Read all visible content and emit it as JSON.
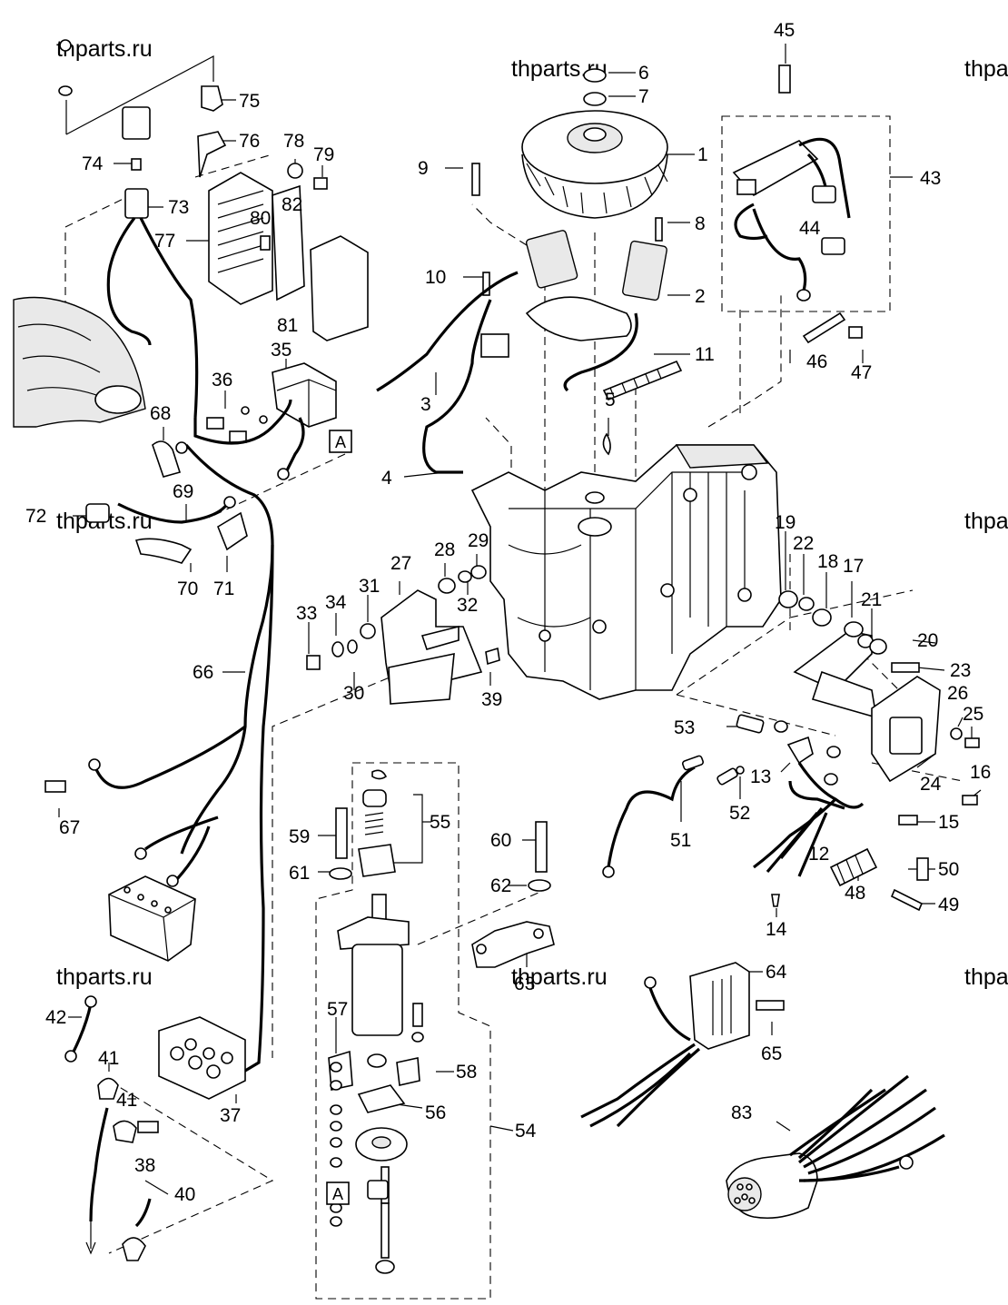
{
  "watermark": {
    "text": "thparts.ru"
  },
  "callouts": [
    {
      "id": "c1",
      "text": "1"
    },
    {
      "id": "c2",
      "text": "2"
    },
    {
      "id": "c3",
      "text": "3"
    },
    {
      "id": "c4",
      "text": "4"
    },
    {
      "id": "c5",
      "text": "5"
    },
    {
      "id": "c6",
      "text": "6"
    },
    {
      "id": "c7",
      "text": "7"
    },
    {
      "id": "c8",
      "text": "8"
    },
    {
      "id": "c9",
      "text": "9"
    },
    {
      "id": "c10",
      "text": "10"
    },
    {
      "id": "c11",
      "text": "11"
    },
    {
      "id": "c12",
      "text": "12"
    },
    {
      "id": "c13",
      "text": "13"
    },
    {
      "id": "c14",
      "text": "14"
    },
    {
      "id": "c15",
      "text": "15"
    },
    {
      "id": "c16",
      "text": "16"
    },
    {
      "id": "c17",
      "text": "17"
    },
    {
      "id": "c18",
      "text": "18"
    },
    {
      "id": "c19",
      "text": "19"
    },
    {
      "id": "c20",
      "text": "20"
    },
    {
      "id": "c21",
      "text": "21"
    },
    {
      "id": "c22",
      "text": "22"
    },
    {
      "id": "c23",
      "text": "23"
    },
    {
      "id": "c24",
      "text": "24"
    },
    {
      "id": "c25",
      "text": "25"
    },
    {
      "id": "c26",
      "text": "26"
    },
    {
      "id": "c27",
      "text": "27"
    },
    {
      "id": "c28",
      "text": "28"
    },
    {
      "id": "c29",
      "text": "29"
    },
    {
      "id": "c30",
      "text": "30"
    },
    {
      "id": "c31",
      "text": "31"
    },
    {
      "id": "c32",
      "text": "32"
    },
    {
      "id": "c33",
      "text": "33"
    },
    {
      "id": "c34",
      "text": "34"
    },
    {
      "id": "c35",
      "text": "35"
    },
    {
      "id": "c36",
      "text": "36"
    },
    {
      "id": "c37",
      "text": "37"
    },
    {
      "id": "c38",
      "text": "38"
    },
    {
      "id": "c39",
      "text": "39"
    },
    {
      "id": "c40",
      "text": "40"
    },
    {
      "id": "c41a",
      "text": "41"
    },
    {
      "id": "c41b",
      "text": "41"
    },
    {
      "id": "c42",
      "text": "42"
    },
    {
      "id": "c43",
      "text": "43"
    },
    {
      "id": "c44",
      "text": "44"
    },
    {
      "id": "c45",
      "text": "45"
    },
    {
      "id": "c46",
      "text": "46"
    },
    {
      "id": "c47",
      "text": "47"
    },
    {
      "id": "c48",
      "text": "48"
    },
    {
      "id": "c49",
      "text": "49"
    },
    {
      "id": "c50",
      "text": "50"
    },
    {
      "id": "c51",
      "text": "51"
    },
    {
      "id": "c52",
      "text": "52"
    },
    {
      "id": "c53",
      "text": "53"
    },
    {
      "id": "c54",
      "text": "54"
    },
    {
      "id": "c55",
      "text": "55"
    },
    {
      "id": "c56",
      "text": "56"
    },
    {
      "id": "c57",
      "text": "57"
    },
    {
      "id": "c58",
      "text": "58"
    },
    {
      "id": "c59",
      "text": "59"
    },
    {
      "id": "c60",
      "text": "60"
    },
    {
      "id": "c61",
      "text": "61"
    },
    {
      "id": "c62",
      "text": "62"
    },
    {
      "id": "c63",
      "text": "63"
    },
    {
      "id": "c64",
      "text": "64"
    },
    {
      "id": "c65",
      "text": "65"
    },
    {
      "id": "c66",
      "text": "66"
    },
    {
      "id": "c67",
      "text": "67"
    },
    {
      "id": "c68",
      "text": "68"
    },
    {
      "id": "c69",
      "text": "69"
    },
    {
      "id": "c70",
      "text": "70"
    },
    {
      "id": "c71",
      "text": "71"
    },
    {
      "id": "c72",
      "text": "72"
    },
    {
      "id": "c73",
      "text": "73"
    },
    {
      "id": "c74",
      "text": "74"
    },
    {
      "id": "c75",
      "text": "75"
    },
    {
      "id": "c76",
      "text": "76"
    },
    {
      "id": "c77",
      "text": "77"
    },
    {
      "id": "c78",
      "text": "78"
    },
    {
      "id": "c79",
      "text": "79"
    },
    {
      "id": "c80",
      "text": "80"
    },
    {
      "id": "c81",
      "text": "81"
    },
    {
      "id": "c82",
      "text": "82"
    },
    {
      "id": "c83",
      "text": "83"
    }
  ],
  "reference_marks": [
    {
      "id": "refA1",
      "text": "A"
    },
    {
      "id": "refA2",
      "text": "A"
    }
  ]
}
